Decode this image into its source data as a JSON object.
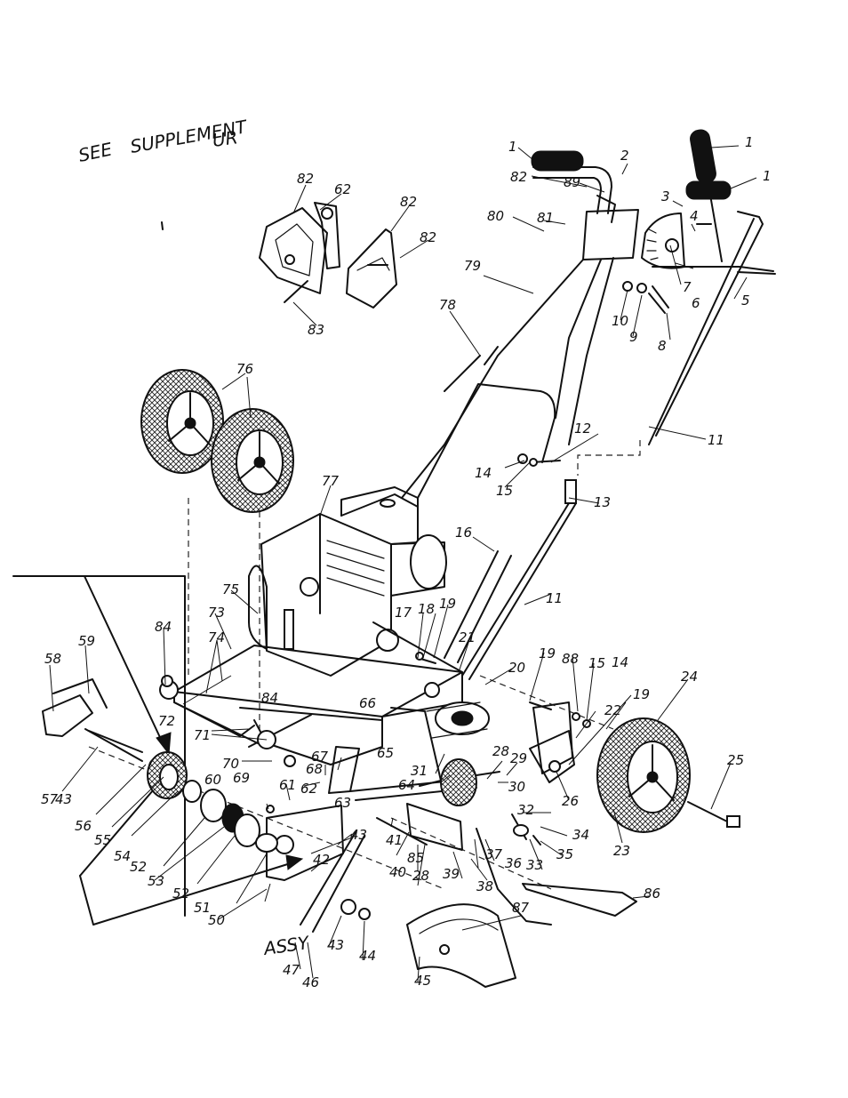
{
  "handwriting": {
    "line1": "SEE",
    "line2": "SUPPLEMENT",
    "line3": "UR",
    "assembly_mark": "ASSY"
  },
  "labels": [
    "1",
    "2",
    "3",
    "4",
    "5",
    "6",
    "7",
    "8",
    "9",
    "10",
    "11",
    "12",
    "13",
    "14",
    "15",
    "16",
    "17",
    "18",
    "19",
    "20",
    "21",
    "22",
    "23",
    "24",
    "25",
    "26",
    "28",
    "29",
    "30",
    "31",
    "32",
    "33",
    "34",
    "35",
    "36",
    "37",
    "38",
    "39",
    "40",
    "41",
    "42",
    "43",
    "44",
    "45",
    "46",
    "47",
    "50",
    "51",
    "52",
    "53",
    "54",
    "55",
    "56",
    "57",
    "58",
    "59",
    "60",
    "61",
    "62",
    "63",
    "64",
    "65",
    "66",
    "67",
    "68",
    "69",
    "70",
    "71",
    "72",
    "73",
    "74",
    "75",
    "76",
    "77",
    "78",
    "79",
    "80",
    "81",
    "82",
    "83",
    "84",
    "85",
    "86",
    "87",
    "88",
    "89"
  ]
}
